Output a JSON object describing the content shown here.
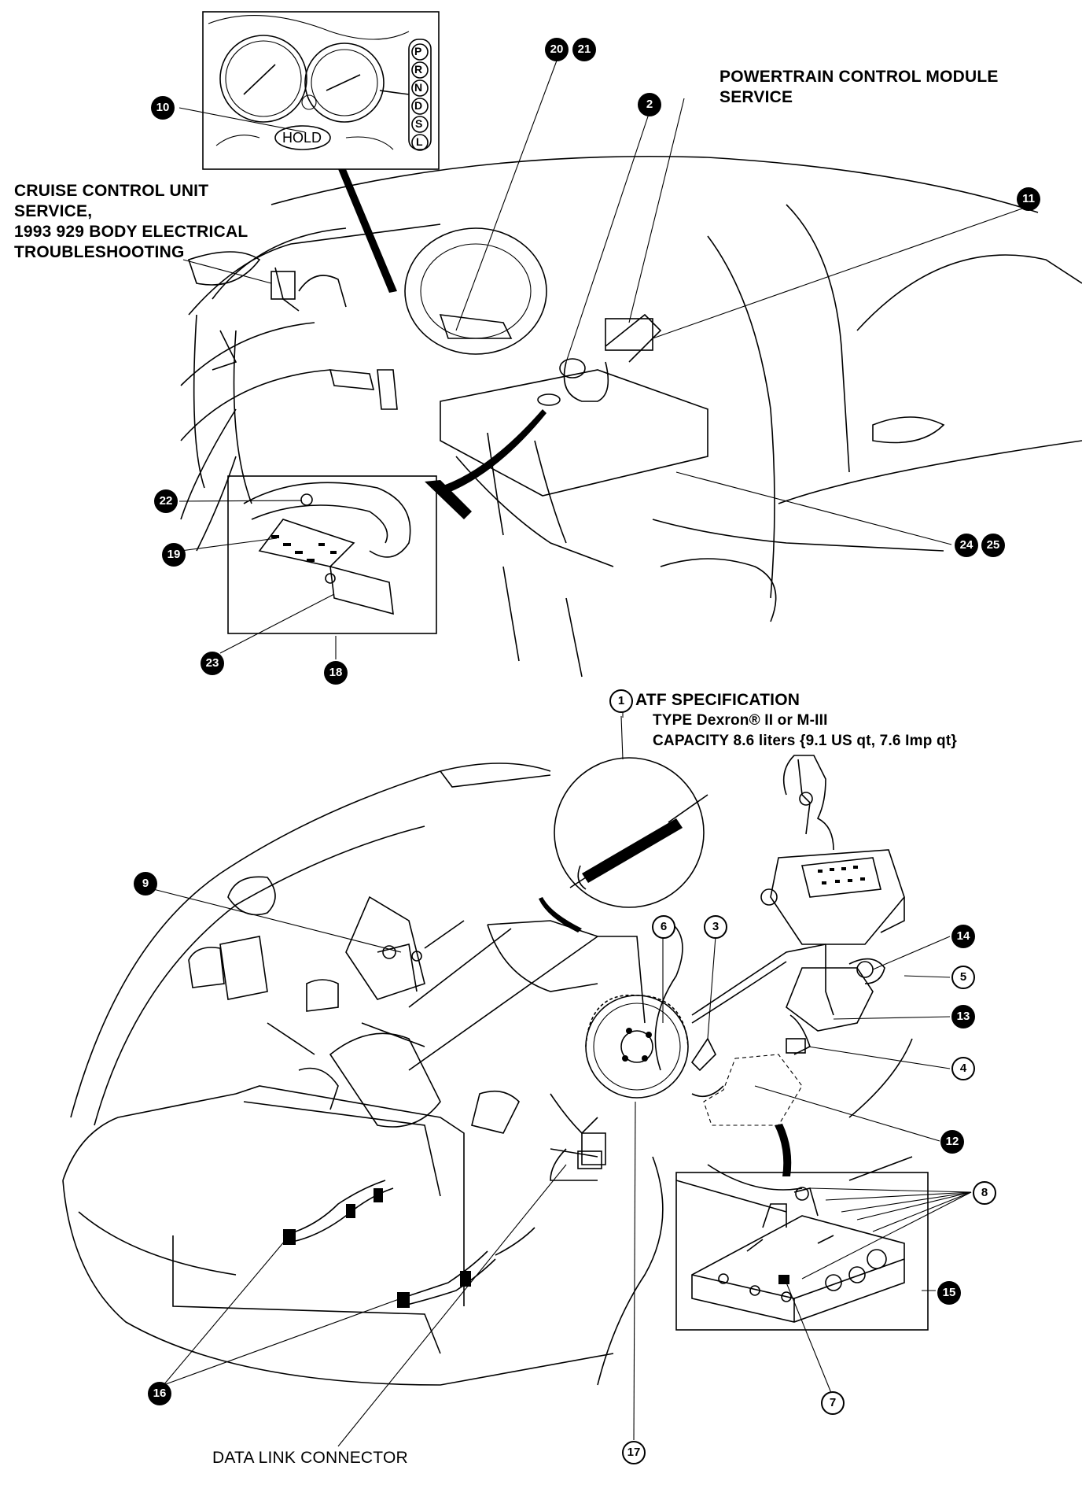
{
  "callouts": [
    {
      "id": "c1",
      "text": "1",
      "style": "open"
    },
    {
      "id": "c2",
      "text": "2"
    },
    {
      "id": "c3",
      "text": "3"
    },
    {
      "id": "c4",
      "text": "4"
    },
    {
      "id": "c5",
      "text": "5"
    },
    {
      "id": "c6",
      "text": "6"
    },
    {
      "id": "c7",
      "text": "7"
    },
    {
      "id": "c8",
      "text": "8"
    },
    {
      "id": "c9",
      "text": "9"
    },
    {
      "id": "c10",
      "text": "10"
    },
    {
      "id": "c11",
      "text": "11"
    },
    {
      "id": "c12",
      "text": "12"
    },
    {
      "id": "c13",
      "text": "13"
    },
    {
      "id": "c14",
      "text": "14"
    },
    {
      "id": "c15",
      "text": "15"
    },
    {
      "id": "c16",
      "text": "16"
    },
    {
      "id": "c17",
      "text": "17"
    },
    {
      "id": "c18",
      "text": "18"
    },
    {
      "id": "c19",
      "text": "19"
    },
    {
      "id": "c20",
      "text": "20"
    },
    {
      "id": "c21",
      "text": "21"
    },
    {
      "id": "c22",
      "text": "22"
    },
    {
      "id": "c23",
      "text": "23"
    },
    {
      "id": "c24",
      "text": "24"
    },
    {
      "id": "c25",
      "text": "25"
    }
  ],
  "labels": {
    "cruise": [
      "CRUISE CONTROL UNIT",
      "SERVICE,",
      "1993 929 BODY ELECTRICAL",
      "TROUBLESHOOTING"
    ],
    "pcm": [
      "POWERTRAIN CONTROL MODULE",
      "SERVICE"
    ],
    "atf_title": "ATF SPECIFICATION",
    "atf_type": "TYPE Dexron® II or M-III",
    "atf_capacity": "CAPACITY 8.6 liters {9.1 US qt, 7.6 Imp qt}",
    "dlc": "DATA LINK CONNECTOR"
  },
  "inset_gear": {
    "letters": [
      "P",
      "R",
      "N",
      "D",
      "S",
      "L"
    ],
    "hold": "HOLD"
  }
}
